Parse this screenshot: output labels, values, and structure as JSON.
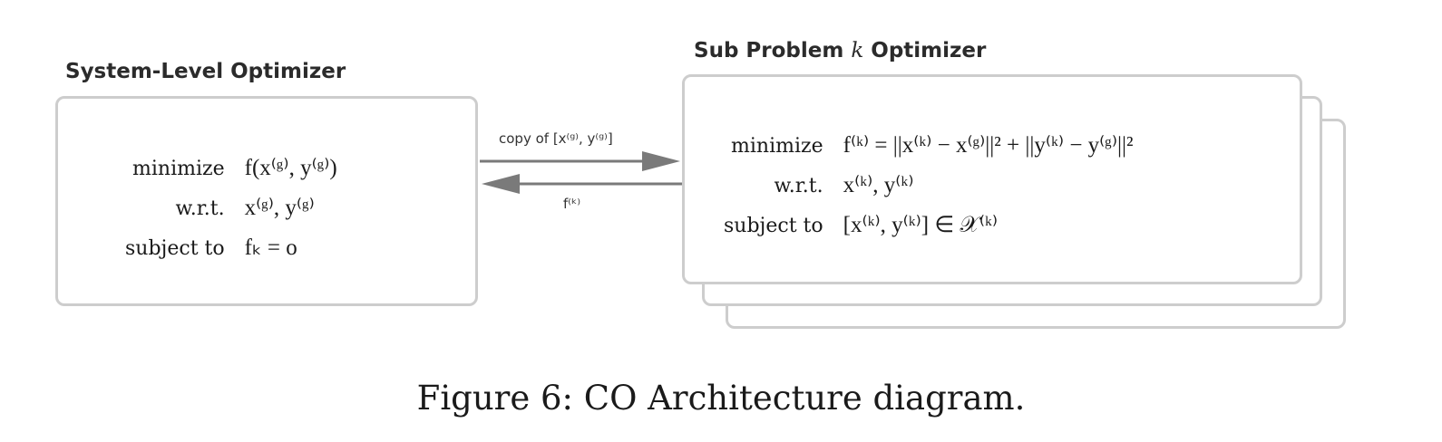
{
  "figure": {
    "caption": "Figure 6: CO Architecture diagram."
  },
  "system_level": {
    "title": "System-Level Optimizer",
    "rows": [
      {
        "keyword": "minimize",
        "expression": "f(x⁽ᵍ⁾, y⁽ᵍ⁾)"
      },
      {
        "keyword": "w.r.t.",
        "expression": "x⁽ᵍ⁾, y⁽ᵍ⁾"
      },
      {
        "keyword": "subject to",
        "expression": "fₖ = o"
      }
    ]
  },
  "sub_problem": {
    "title_prefix": "Sub Problem ",
    "title_var": "k",
    "title_suffix": " Optimizer",
    "rows": [
      {
        "keyword": "minimize",
        "expression": "f⁽ᵏ⁾ = ||x⁽ᵏ⁾ − x⁽ᵍ⁾||² + ||y⁽ᵏ⁾ − y⁽ᵍ⁾||²"
      },
      {
        "keyword": "w.r.t.",
        "expression": "x⁽ᵏ⁾, y⁽ᵏ⁾"
      },
      {
        "keyword": "subject to",
        "expression": "[x⁽ᵏ⁾, y⁽ᵏ⁾] ∈ 𝒳⁽ᵏ⁾"
      }
    ]
  },
  "links": {
    "forward_label": "copy of [x⁽ᵍ⁾, y⁽ᵍ⁾]",
    "backward_label": "f⁽ᵏ⁾"
  },
  "colors": {
    "box_border": "#cdcdcd",
    "arrow": "#7a7a7a",
    "text": "#1a1a1a"
  }
}
